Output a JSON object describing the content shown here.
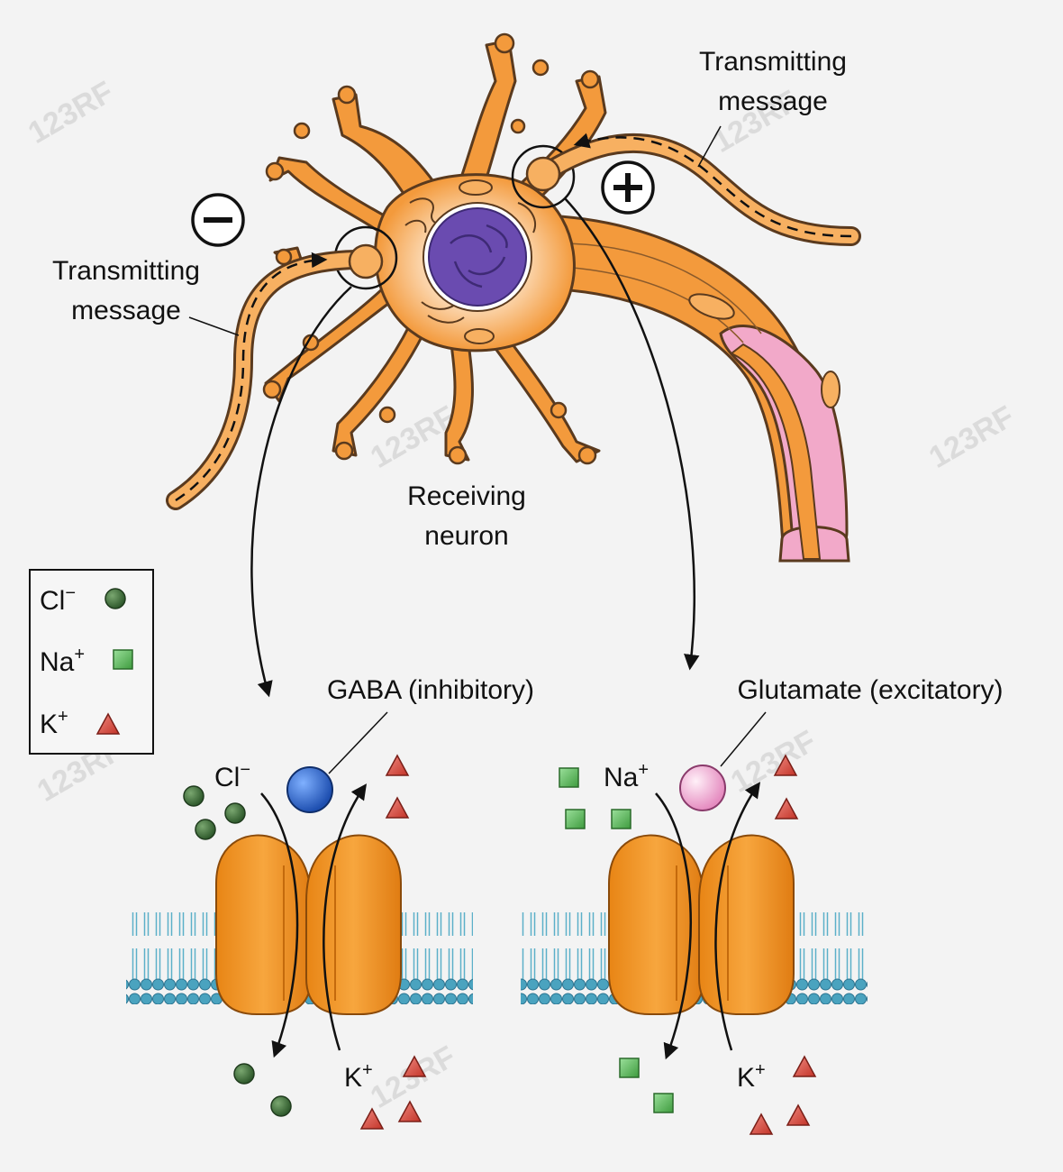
{
  "labels": {
    "transmit_top_line1": "Transmitting",
    "transmit_top_line2": "message",
    "transmit_left_line1": "Transmitting",
    "transmit_left_line2": "message",
    "receiving_line1": "Receiving",
    "receiving_line2": "neuron",
    "minus_sign": "−",
    "plus_sign": "+",
    "gaba_label": "GABA (inhibitory)",
    "glutamate_label": "Glutamate (excitatory)",
    "left_cl_ion": "Cl",
    "left_cl_sup": "−",
    "left_k_ion": "K",
    "left_k_sup": "+",
    "right_na_ion": "Na",
    "right_na_sup": "+",
    "right_k_ion": "K",
    "right_k_sup": "+"
  },
  "legend": {
    "items": [
      {
        "ion": "Cl",
        "charge": "−",
        "shape": "circle",
        "color": "#3f6b3a"
      },
      {
        "ion": "Na",
        "charge": "+",
        "shape": "square",
        "color": "#5cb85c"
      },
      {
        "ion": "K",
        "charge": "+",
        "shape": "triangle",
        "color": "#d9473b"
      }
    ]
  },
  "colors": {
    "neuron": "#f39a3c",
    "neuron_outline": "#5a3a1e",
    "nucleus": "#6a4bb0",
    "myelin": "#f2a9c9",
    "channel": "#f39424",
    "membrane": "#5bb0c9",
    "gaba_ball": "#2f6fd0",
    "glutamate_ball": "#f2a3cf"
  },
  "watermark": "123RF"
}
